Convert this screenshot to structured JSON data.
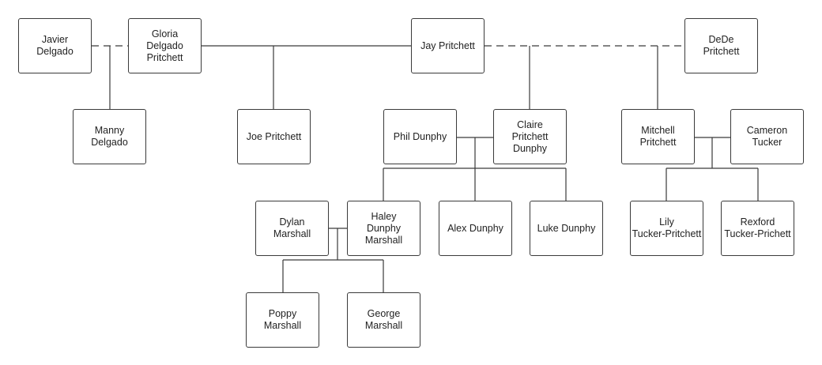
{
  "people": {
    "javier": "Javier\nDelgado",
    "gloria": "Gloria\nDelgado\nPritchett",
    "jay": "Jay Pritchett",
    "dede": "DeDe\nPritchett",
    "manny": "Manny\nDelgado",
    "joe": "Joe Pritchett",
    "phil": "Phil Dunphy",
    "claire": "Claire\nPritchett\nDunphy",
    "mitchell": "Mitchell\nPritchett",
    "cameron": "Cameron\nTucker",
    "dylan": "Dylan\nMarshall",
    "haley": "Haley\nDunphy\nMarshall",
    "alex": "Alex Dunphy",
    "luke": "Luke Dunphy",
    "lily": "Lily\nTucker-Pritchett",
    "rexford": "Rexford\nTucker-Prichett",
    "poppy": "Poppy\nMarshall",
    "george": "George\nMarshall"
  },
  "colors": {
    "line": "#3a3a3a",
    "box_border": "#3a3a3a",
    "text": "#222222",
    "background": "#ffffff"
  }
}
